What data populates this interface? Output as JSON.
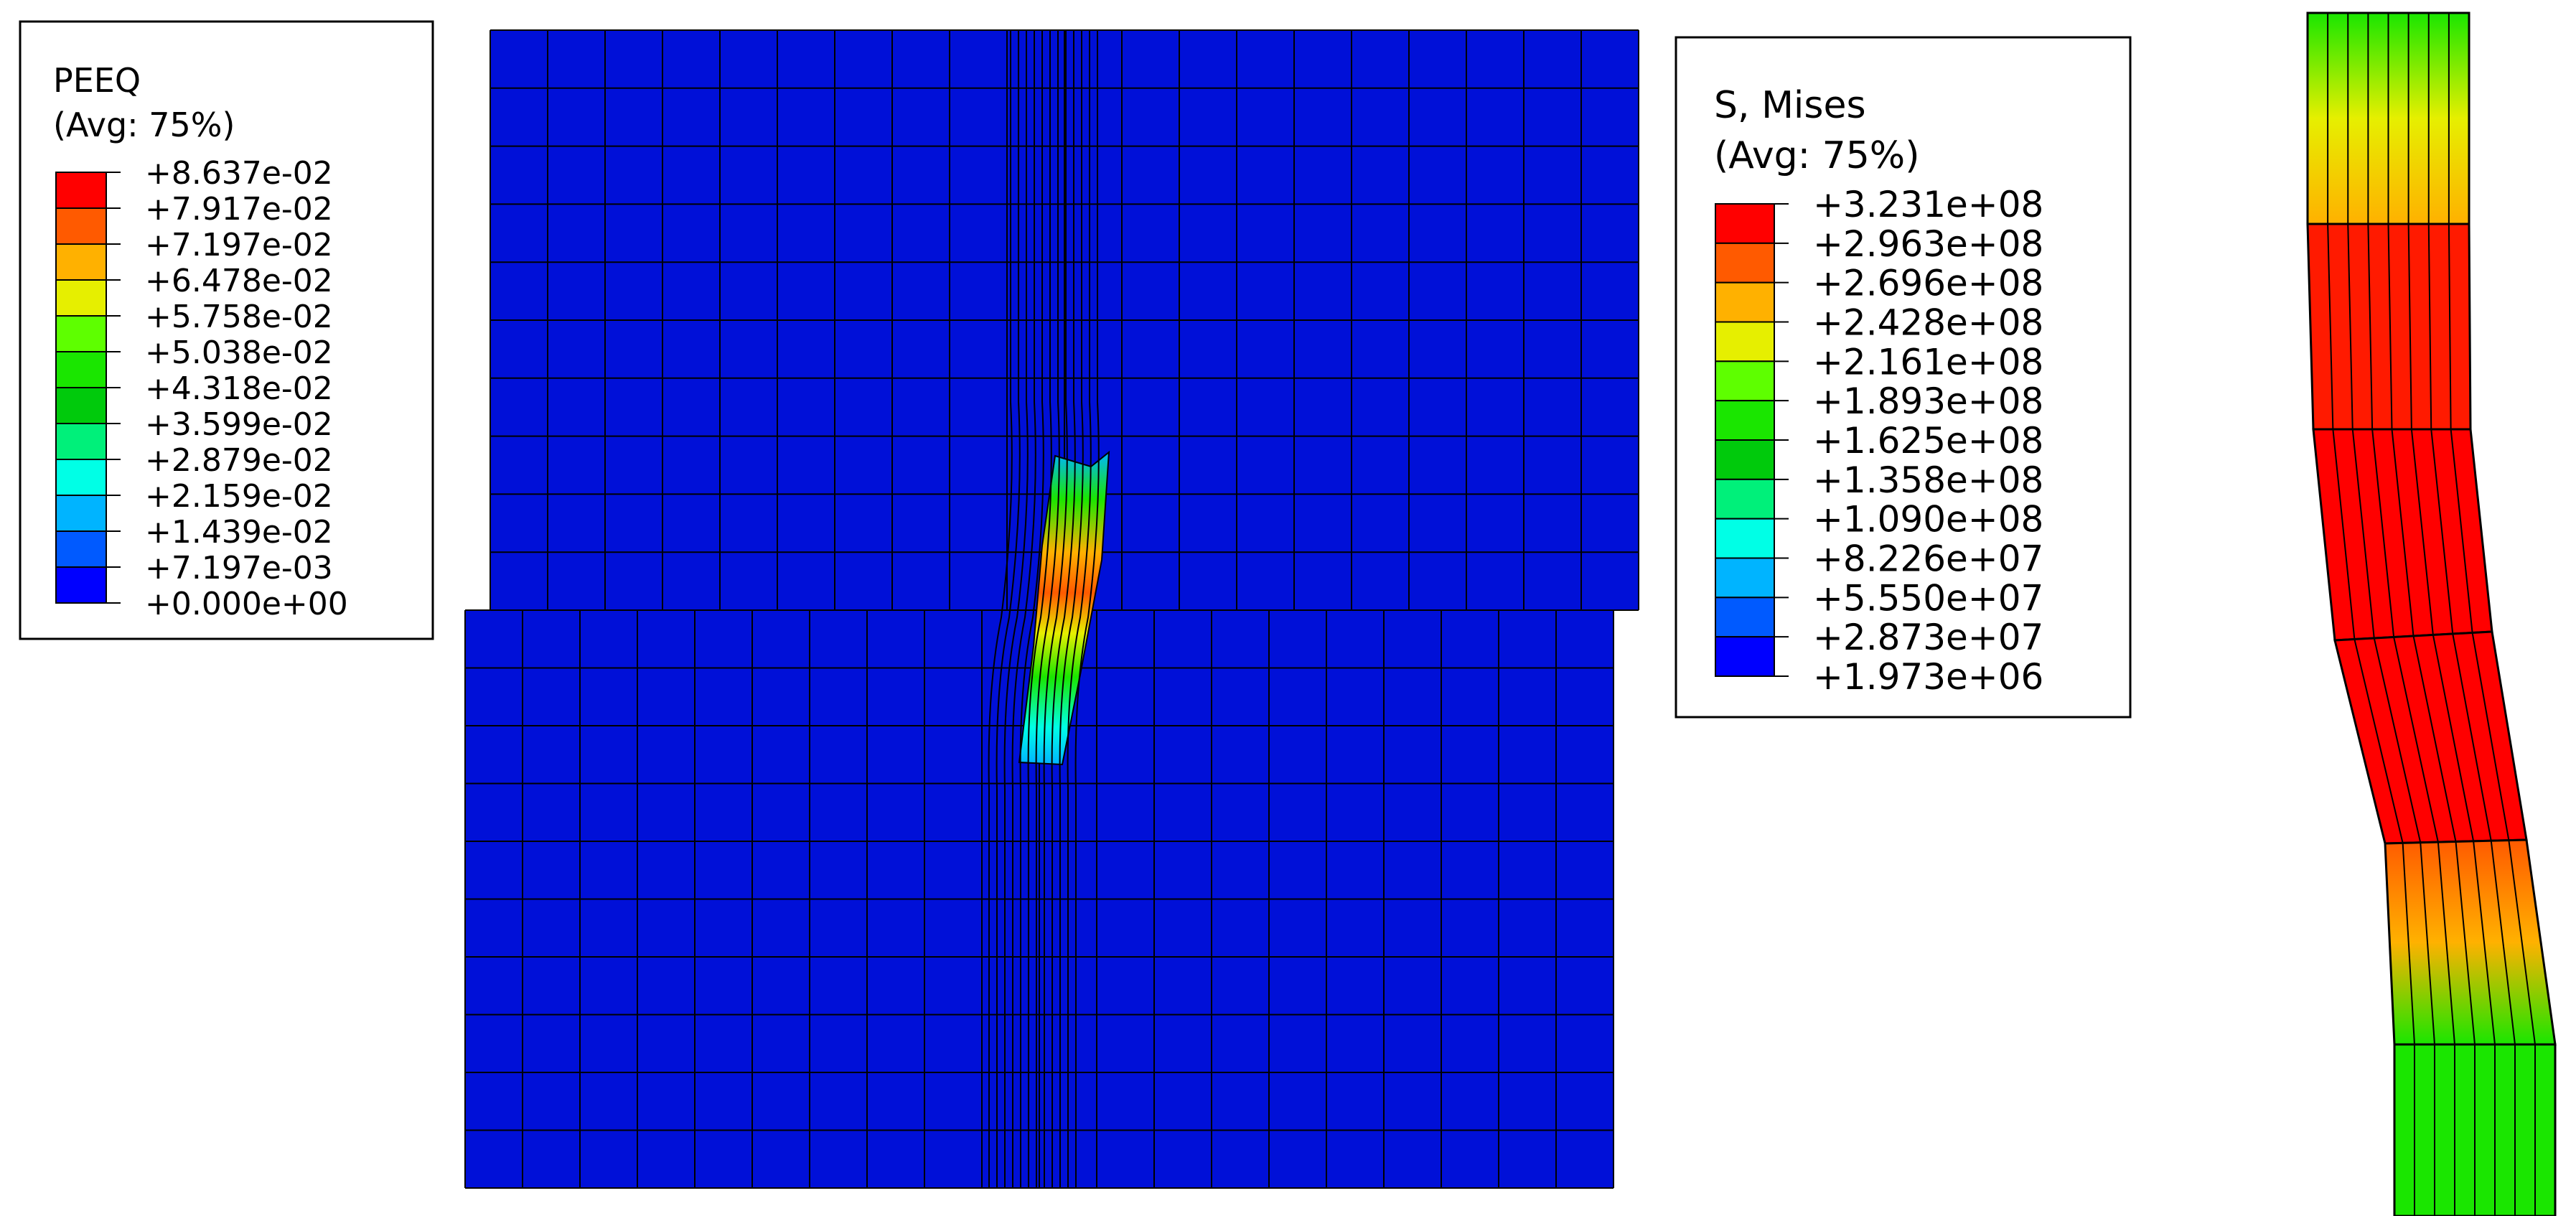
{
  "legend_peeq": {
    "title": "PEEQ",
    "subtitle": "(Avg: 75%)",
    "values": [
      "+8.637e-02",
      "+7.917e-02",
      "+7.197e-02",
      "+6.478e-02",
      "+5.758e-02",
      "+5.038e-02",
      "+4.318e-02",
      "+3.599e-02",
      "+2.879e-02",
      "+2.159e-02",
      "+1.439e-02",
      "+7.197e-03",
      "+0.000e+00"
    ]
  },
  "legend_mises": {
    "title": "S, Mises",
    "subtitle": "(Avg: 75%)",
    "values": [
      "+3.231e+08",
      "+2.963e+08",
      "+2.696e+08",
      "+2.428e+08",
      "+2.161e+08",
      "+1.893e+08",
      "+1.625e+08",
      "+1.358e+08",
      "+1.090e+08",
      "+8.226e+07",
      "+5.550e+07",
      "+2.873e+07",
      "+1.973e+06"
    ]
  },
  "palette": [
    "#ff0000",
    "#ff5a00",
    "#ffb100",
    "#e6ef00",
    "#5eff00",
    "#1ae600",
    "#00ca0c",
    "#00f07a",
    "#00ffe6",
    "#00b4ff",
    "#005aff",
    "#0000ff"
  ],
  "mesh_color": "#0010d8"
}
